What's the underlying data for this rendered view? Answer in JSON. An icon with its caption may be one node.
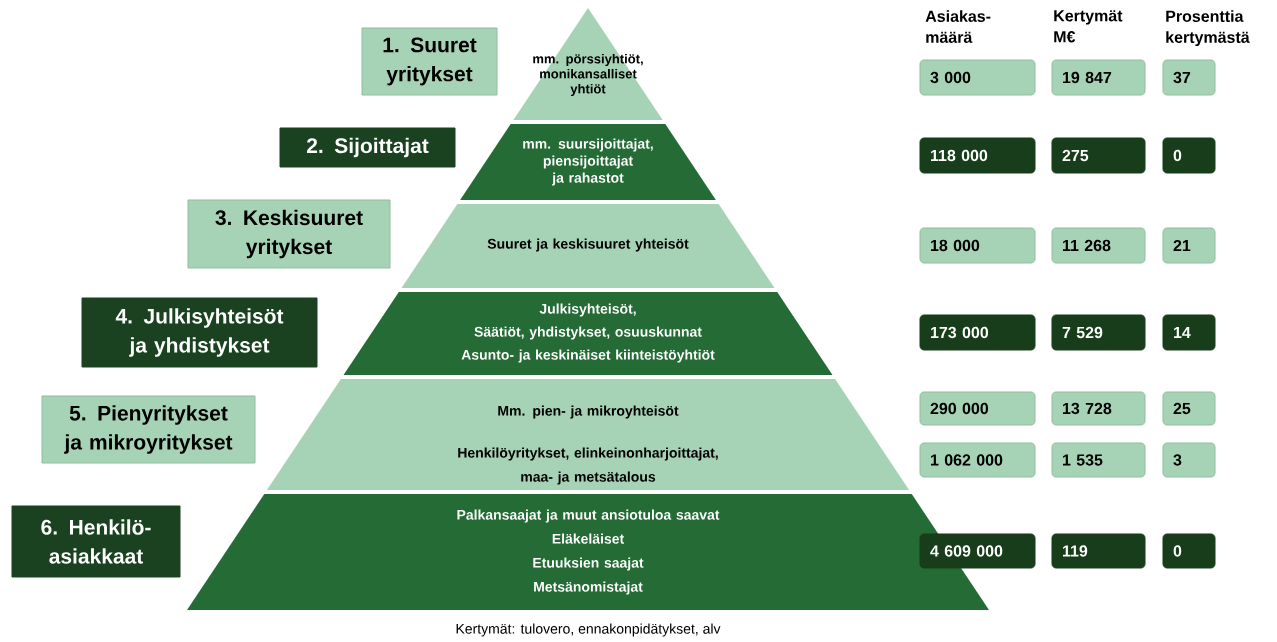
{
  "diagram": {
    "caption": "Kertymät: tulovero, ennakonpidätykset, alv",
    "nodes": [
      {
        "text": [
          "1. Suuret yritykset"
        ]
      },
      {
        "text": [
          "mm. pörssiyhtiöt, monikansalliset yhtiöt"
        ]
      },
      {
        "text": [
          "3 000"
        ]
      },
      {
        "text": [
          "19 847"
        ]
      },
      {
        "text": [
          "37"
        ]
      },
      {
        "text": [
          "2. Sijoittajat"
        ]
      },
      {
        "text": [
          "mm. suursijoittajat, piensijoittajat ja rahastot"
        ]
      },
      {
        "text": [
          "118 000"
        ]
      },
      {
        "text": [
          "275"
        ]
      },
      {
        "text": [
          "0"
        ]
      },
      {
        "text": [
          "3. Keskisuuret yritykset"
        ]
      },
      {
        "text": [
          "Suuret ja keskisuuret yhteisöt"
        ]
      },
      {
        "text": [
          "18 000"
        ]
      },
      {
        "text": [
          "11 268"
        ]
      },
      {
        "text": [
          "21"
        ]
      },
      {
        "text": [
          "4. Julkisyhteisöt ja yhdistykset"
        ]
      },
      {
        "text": [
          "Julkisyhteisöt,",
          "Säätiöt, yhdistykset, osuuskunnat",
          "Asunto- ja keskinäiset kiinteistöyhtiöt"
        ]
      },
      {
        "text": [
          "173 000"
        ]
      },
      {
        "text": [
          "7 529"
        ]
      },
      {
        "text": [
          "14"
        ]
      },
      {
        "text": [
          "5. Pienyritykset ja mikroyritykset"
        ]
      },
      {
        "text": [
          "Mm. pien- ja mikroyhteisöt",
          "Henkilöyritykset, elinkeinonharjoittajat, maa- ja metsätalous"
        ]
      },
      {
        "text": [
          "290 000"
        ]
      },
      {
        "text": [
          "13 728"
        ]
      },
      {
        "text": [
          "25"
        ]
      },
      {
        "text": [
          "1 062 000"
        ]
      },
      {
        "text": [
          "1 535"
        ]
      },
      {
        "text": [
          "3"
        ]
      },
      {
        "text": [
          "6. Henkilö- asiakkaat"
        ]
      },
      {
        "text": [
          "Palkansaajat ja muut ansiotuloa saavat",
          "Eläkeläiset",
          "Etuuksien saajat",
          "Metsänomistajat"
        ]
      },
      {
        "text": [
          "4 609 000"
        ]
      },
      {
        "text": [
          "119"
        ]
      },
      {
        "text": [
          "0"
        ]
      }
    ],
    "labels": [
      "Asiakas- määrä",
      "Kertymät M€",
      "Prosenttia kertymästä"
    ]
  }
}
